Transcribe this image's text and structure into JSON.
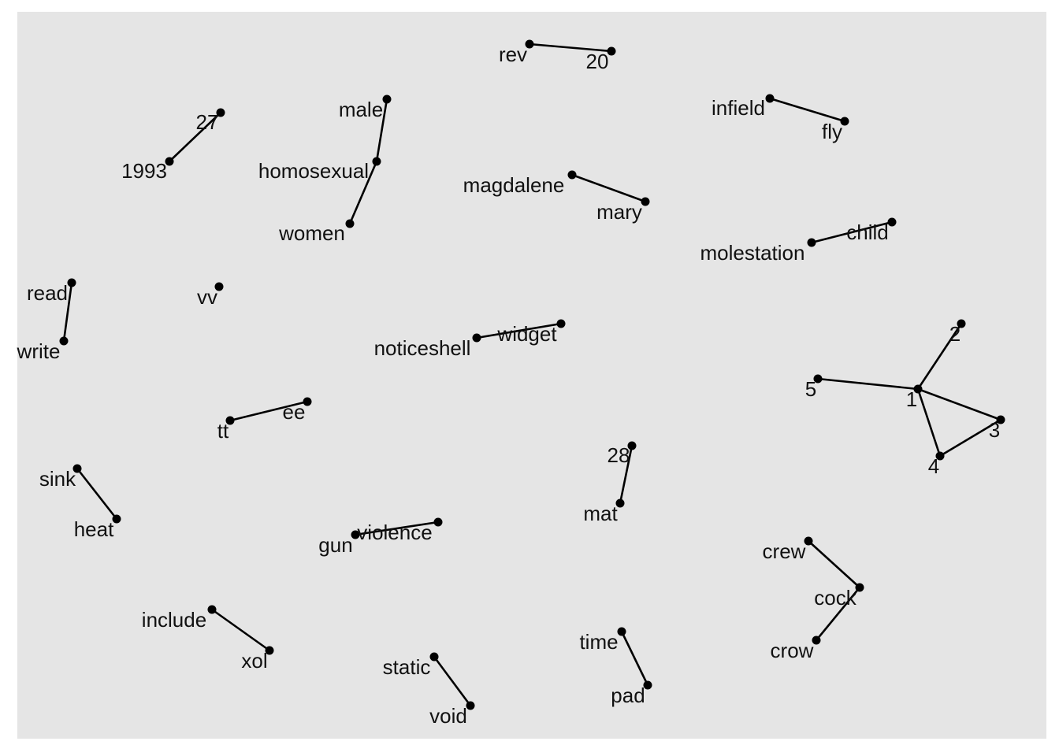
{
  "colors": {
    "panel": "#e5e5e5",
    "ink": "#000000",
    "text": "#111111",
    "background": "#ffffff"
  },
  "nodes": [
    {
      "id": "rev",
      "label": "rev"
    },
    {
      "id": "20",
      "label": "20"
    },
    {
      "id": "infield",
      "label": "infield"
    },
    {
      "id": "fly",
      "label": "fly"
    },
    {
      "id": "27",
      "label": "27"
    },
    {
      "id": "1993",
      "label": "1993"
    },
    {
      "id": "male",
      "label": "male"
    },
    {
      "id": "homosexual",
      "label": "homosexual"
    },
    {
      "id": "women",
      "label": "women"
    },
    {
      "id": "magdalene",
      "label": "magdalene"
    },
    {
      "id": "mary",
      "label": "mary"
    },
    {
      "id": "child",
      "label": "child"
    },
    {
      "id": "molestation",
      "label": "molestation"
    },
    {
      "id": "read",
      "label": "read"
    },
    {
      "id": "write",
      "label": "write"
    },
    {
      "id": "vv",
      "label": "vv"
    },
    {
      "id": "widget",
      "label": "widget"
    },
    {
      "id": "noticeshell",
      "label": "noticeshell"
    },
    {
      "id": "2",
      "label": "2"
    },
    {
      "id": "5",
      "label": "5"
    },
    {
      "id": "1",
      "label": "1"
    },
    {
      "id": "3",
      "label": "3"
    },
    {
      "id": "4",
      "label": "4"
    },
    {
      "id": "ee",
      "label": "ee"
    },
    {
      "id": "tt",
      "label": "tt"
    },
    {
      "id": "28",
      "label": "28"
    },
    {
      "id": "mat",
      "label": "mat"
    },
    {
      "id": "sink",
      "label": "sink"
    },
    {
      "id": "heat",
      "label": "heat"
    },
    {
      "id": "violence",
      "label": "violence"
    },
    {
      "id": "gun",
      "label": "gun"
    },
    {
      "id": "crew",
      "label": "crew"
    },
    {
      "id": "cock",
      "label": "cock"
    },
    {
      "id": "crow",
      "label": "crow"
    },
    {
      "id": "include",
      "label": "include"
    },
    {
      "id": "xol",
      "label": "xol"
    },
    {
      "id": "static",
      "label": "static"
    },
    {
      "id": "void",
      "label": "void"
    },
    {
      "id": "time",
      "label": "time"
    },
    {
      "id": "pad",
      "label": "pad"
    }
  ],
  "edges": [
    [
      "rev",
      "20"
    ],
    [
      "infield",
      "fly"
    ],
    [
      "27",
      "1993"
    ],
    [
      "male",
      "homosexual"
    ],
    [
      "homosexual",
      "women"
    ],
    [
      "magdalene",
      "mary"
    ],
    [
      "child",
      "molestation"
    ],
    [
      "read",
      "write"
    ],
    [
      "widget",
      "noticeshell"
    ],
    [
      "1",
      "2"
    ],
    [
      "1",
      "5"
    ],
    [
      "1",
      "3"
    ],
    [
      "1",
      "4"
    ],
    [
      "3",
      "4"
    ],
    [
      "ee",
      "tt"
    ],
    [
      "28",
      "mat"
    ],
    [
      "sink",
      "heat"
    ],
    [
      "violence",
      "gun"
    ],
    [
      "crew",
      "cock"
    ],
    [
      "cock",
      "crow"
    ],
    [
      "include",
      "xol"
    ],
    [
      "static",
      "void"
    ],
    [
      "time",
      "pad"
    ]
  ]
}
